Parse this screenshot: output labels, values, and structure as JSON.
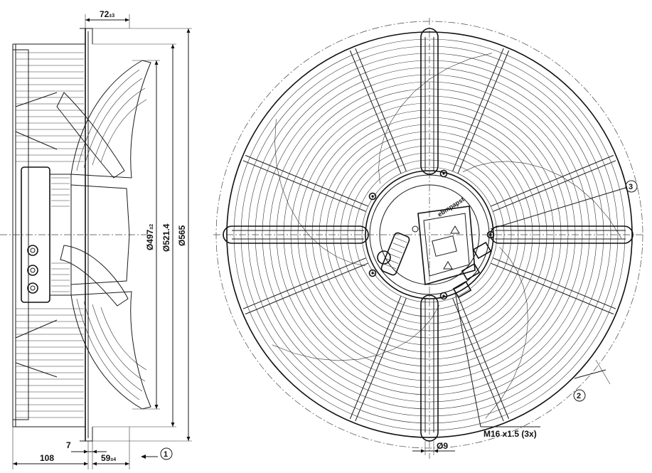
{
  "dims": {
    "depth_main": "72",
    "depth_main_tol": "±3",
    "guard_dia": "Ø497",
    "guard_dia_tol": "±2",
    "ring_dia": "Ø521.4",
    "outer_dia": "Ø565",
    "bottom_left": "108",
    "bottom_small": "7",
    "bottom_depth": "59",
    "bottom_depth_tol": "±4",
    "hole_dia": "Ø9",
    "thread": "M16 x1.5 (3x)"
  },
  "callouts": {
    "c1": "1",
    "c2": "2",
    "c3": "3"
  },
  "brand": "ebmpapst"
}
